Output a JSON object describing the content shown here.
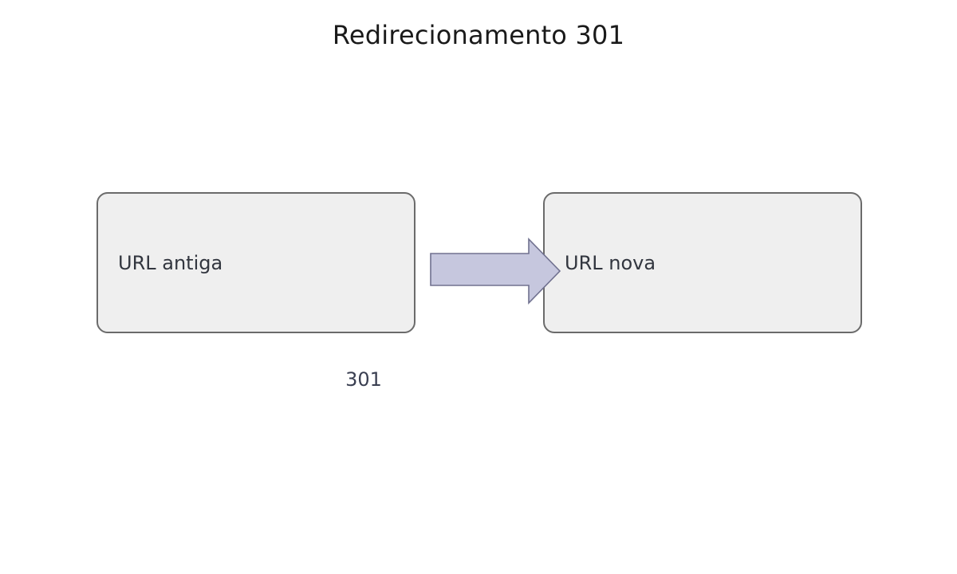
{
  "diagram": {
    "title": "Redirecionamento 301",
    "type": "flow",
    "background_color": "#ffffff",
    "title_color": "#1a1a1a",
    "nodes": [
      {
        "id": "old-url",
        "label": "URL antiga",
        "fill_color": "#efefef",
        "border_color": "#6b6b6b",
        "text_color": "#32363f"
      },
      {
        "id": "new-url",
        "label": "URL nova",
        "fill_color": "#efefef",
        "border_color": "#6b6b6b",
        "text_color": "#32363f"
      }
    ],
    "edges": [
      {
        "id": "redirect-edge",
        "from": "old-url",
        "to": "new-url",
        "label": "301",
        "arrow_fill_color": "#c6c7de",
        "arrow_stroke_color": "#70718f",
        "label_color": "#3a3f51"
      }
    ]
  }
}
